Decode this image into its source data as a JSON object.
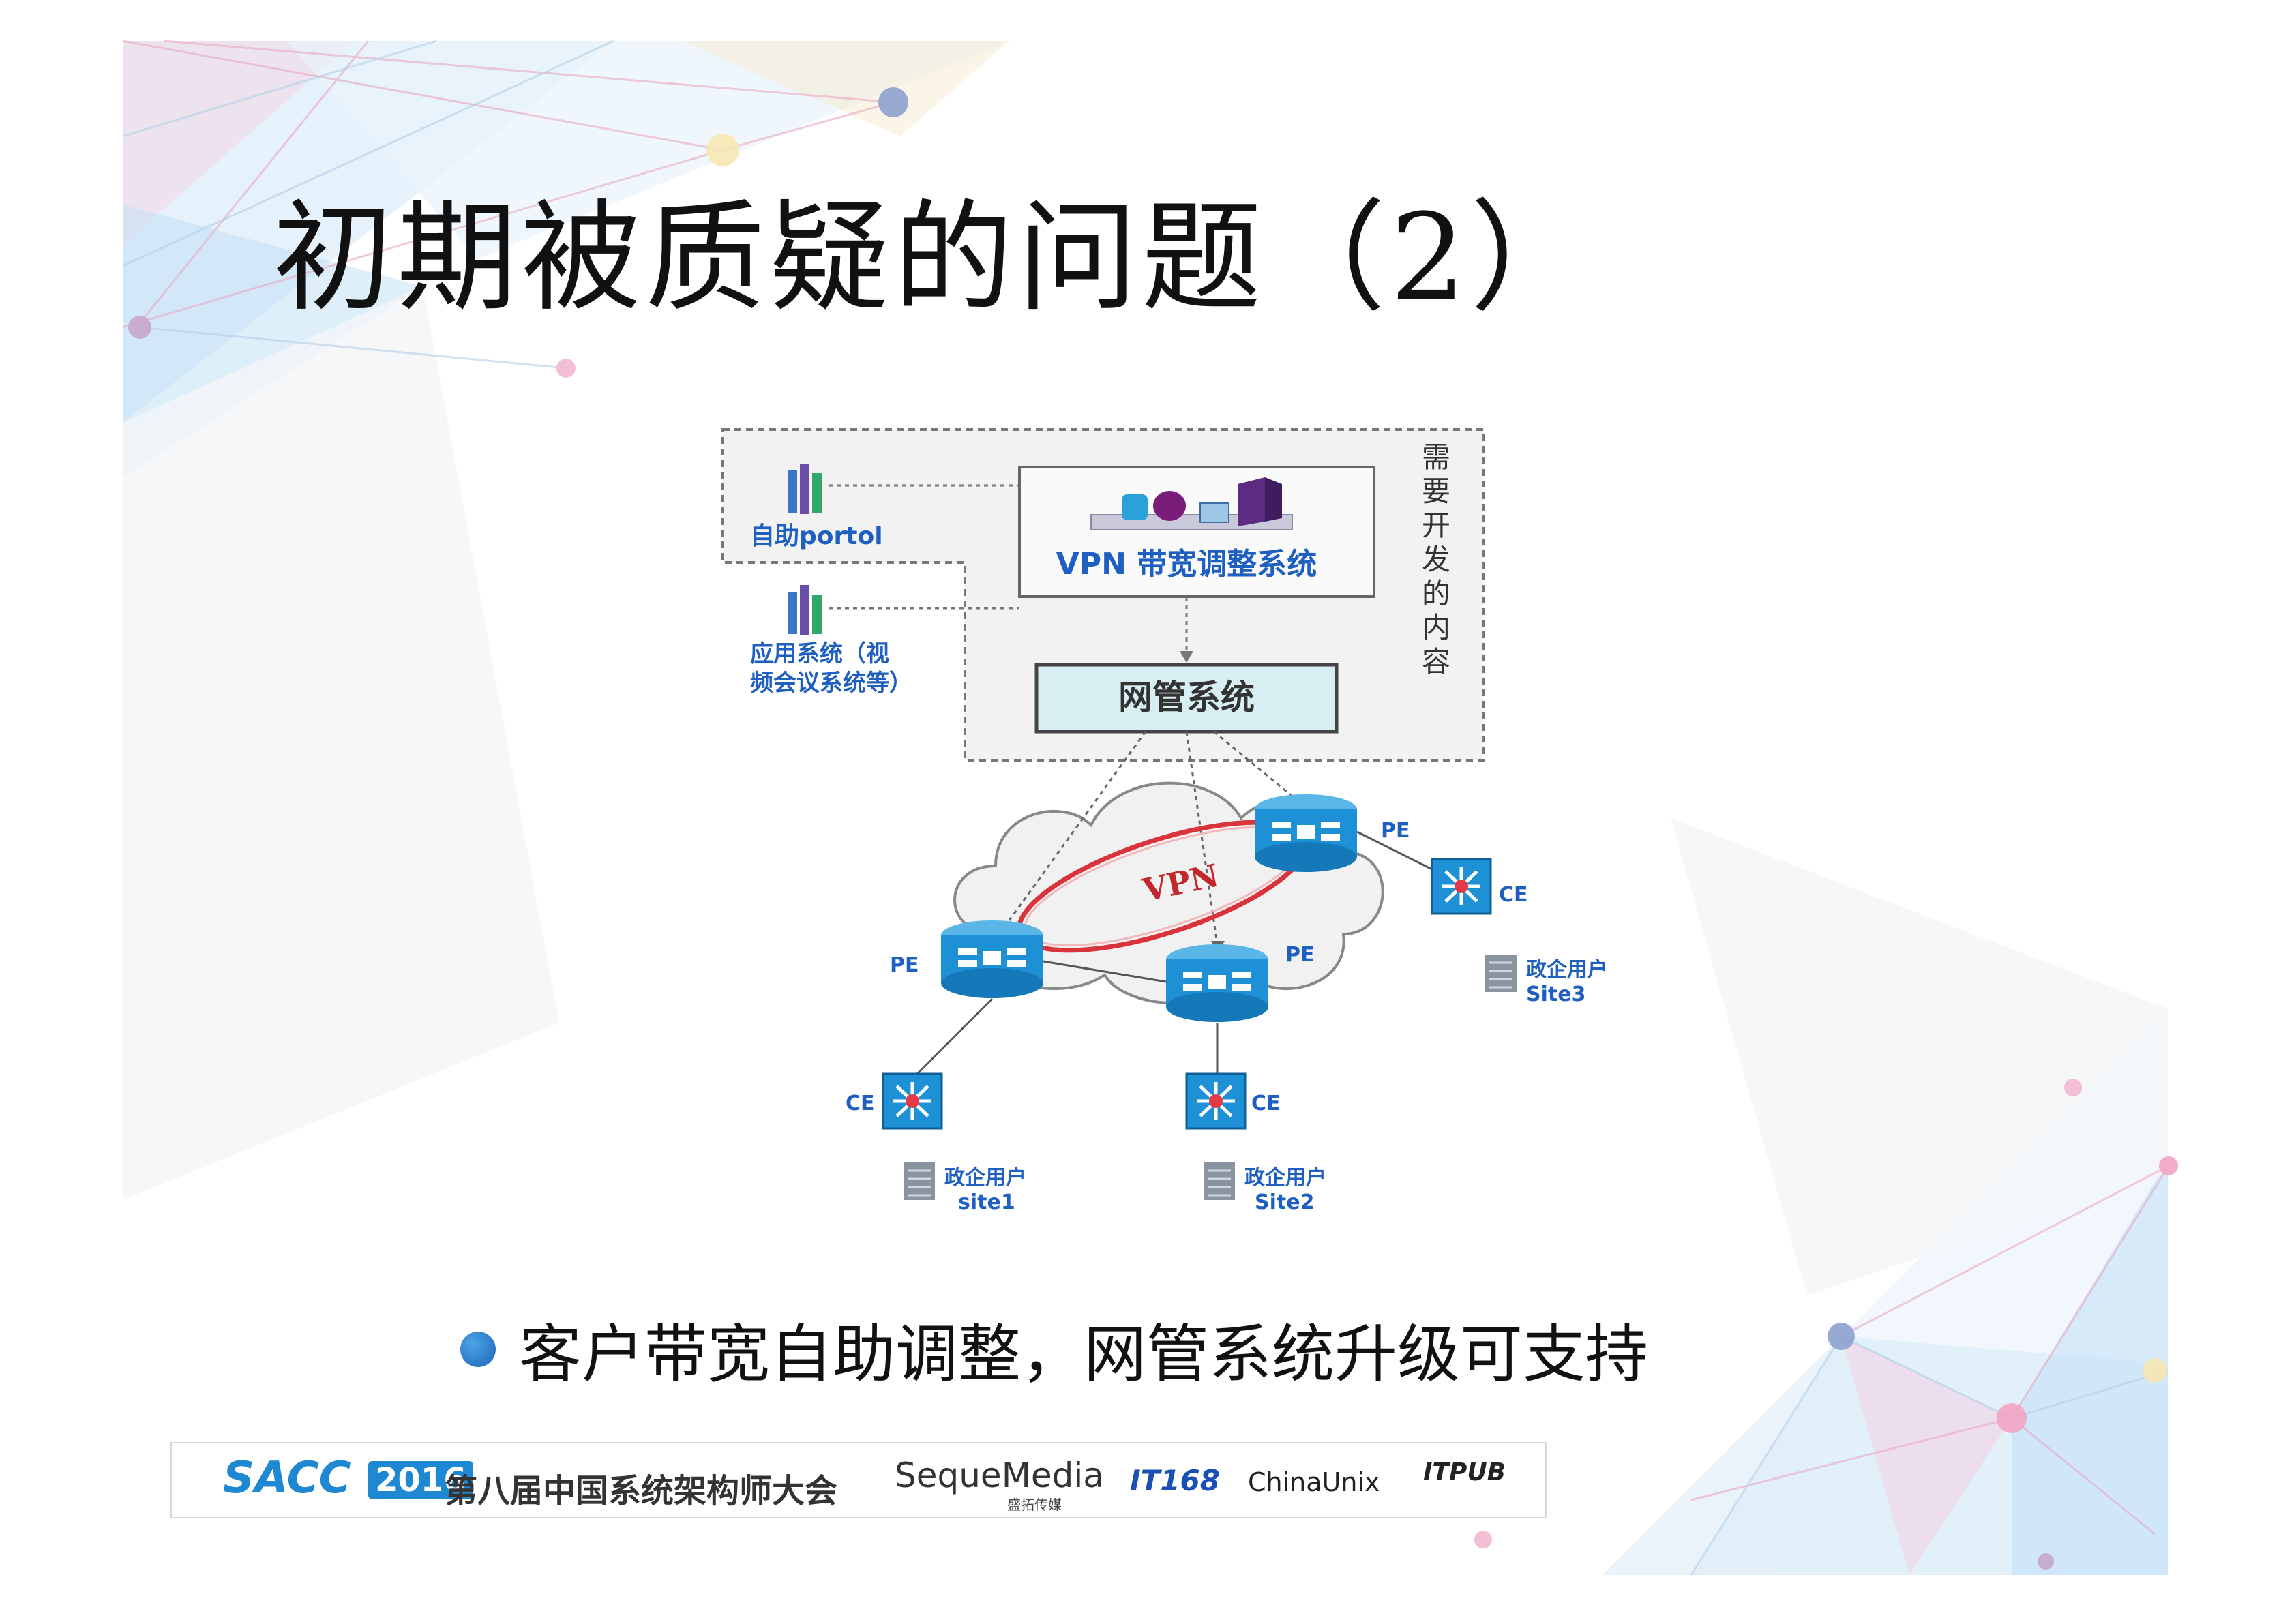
{
  "slide": {
    "title": "初期被质疑的问题（2）",
    "bullet": "客户带宽自助调整，网管系统升级可支持"
  },
  "diagram": {
    "portal_label": "自助portol",
    "app_label_line1": "应用系统（视",
    "app_label_line2": "频会议系统等）",
    "vpn_system_label": "VPN 带宽调整系统",
    "nms_label": "网管系统",
    "dev_content_label": "需要开发的内容",
    "vpn_label": "VPN",
    "pe_label": "PE",
    "ce_label": "CE",
    "customer_label": "政企用户",
    "site1_label": "site1",
    "site2_label": "Site2",
    "site3_label": "Site3"
  },
  "footer": {
    "sacc": "SACC",
    "year": "2016",
    "conference": "第八届中国系统架构师大会",
    "seque": "SequeMedia",
    "seque_sub": "盛拓传媒",
    "it168": "IT168",
    "chinaunix": "ChinaUnix",
    "itpub": "ITPUB"
  },
  "colors": {
    "router_blue": "#1e90d6",
    "vpn_ring_red": "#d9333b",
    "label_blue": "#1f5fbf",
    "nms_box_fill": "#d7eef2",
    "bullet_blue": "#1a70c8"
  },
  "icons": [
    "router-icon",
    "switch-icon",
    "building-icon",
    "server-icon",
    "cloud-icon"
  ]
}
